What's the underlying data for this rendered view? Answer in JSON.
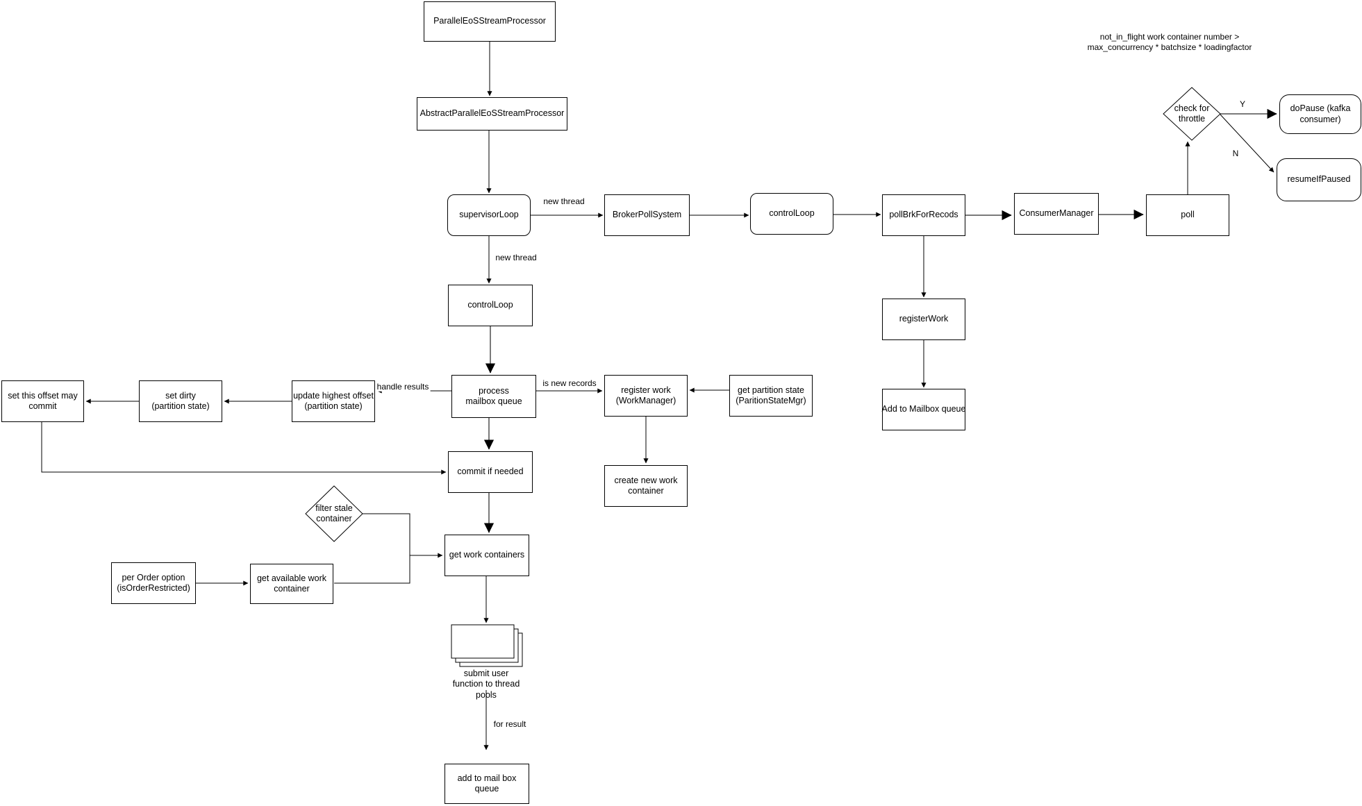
{
  "colors": {
    "background": "#ffffff",
    "node_fill": "#ffffff",
    "node_stroke": "#000000",
    "edge_black": "#000000",
    "edge_gray": "#7a7a7a",
    "text": "#000000"
  },
  "annotation": {
    "line1": "not_in_flight work container number >",
    "line2": "max_concurrency * batchsize * loadingfactor"
  },
  "edge_labels": {
    "new_thread_broker": "new thread",
    "new_thread_control": "new thread",
    "handle_results": "handle results",
    "is_new_records": "is new records",
    "branch_yes": "Y",
    "branch_no": "N",
    "for_result": "for result"
  },
  "nodes": {
    "parallel_eos_stream_processor": {
      "lines": [
        "ParallelEoSStreamProcessor"
      ]
    },
    "abstract_parallel_eos_stream_processor": {
      "lines": [
        "AbstractParallelEoSStreamProcessor"
      ]
    },
    "supervisor_loop": {
      "lines": [
        "supervisorLoop"
      ]
    },
    "broker_poll_system": {
      "lines": [
        "BrokerPollSystem"
      ]
    },
    "control_loop_broker": {
      "lines": [
        "controlLoop"
      ]
    },
    "poll_brk_for_recods": {
      "lines": [
        "pollBrkForRecods"
      ]
    },
    "consumer_manager": {
      "lines": [
        "ConsumerManager"
      ]
    },
    "poll": {
      "lines": [
        "poll"
      ]
    },
    "check_for_throttle": {
      "lines": [
        "check for",
        "throttle"
      ]
    },
    "do_pause": {
      "lines": [
        "doPause (kafka",
        "consumer)"
      ]
    },
    "resume_if_paused": {
      "lines": [
        "resumeIfPaused"
      ]
    },
    "register_work": {
      "lines": [
        "registerWork"
      ]
    },
    "add_to_mailbox": {
      "lines": [
        "Add to Mailbox queue"
      ]
    },
    "control_loop_main": {
      "lines": [
        "controlLoop"
      ]
    },
    "process_mailbox_queue": {
      "lines": [
        "process",
        "mailbox queue"
      ]
    },
    "register_work_manager": {
      "lines": [
        "register work",
        "(WorkManager)"
      ]
    },
    "get_partition_state": {
      "lines": [
        "get partition state",
        "(ParitionStateMgr)"
      ]
    },
    "create_new_work_container": {
      "lines": [
        "create new work",
        "container"
      ]
    },
    "update_highest_offset": {
      "lines": [
        "update highest offset",
        "(partition state)"
      ]
    },
    "set_dirty": {
      "lines": [
        "set dirty",
        "(partition state)"
      ]
    },
    "set_this_offset_may_commit": {
      "lines": [
        "set this offset may",
        "commit"
      ]
    },
    "commit_if_needed": {
      "lines": [
        "commit if needed"
      ]
    },
    "filter_stale_container": {
      "lines": [
        "filter stale",
        "container"
      ]
    },
    "get_work_containers": {
      "lines": [
        "get work containers"
      ]
    },
    "per_order_option": {
      "lines": [
        "per Order option",
        "(isOrderRestricted)"
      ]
    },
    "get_available_work_container": {
      "lines": [
        "get available work",
        "container"
      ]
    },
    "submit_user_function": {
      "lines": [
        "submit user",
        "function to thread",
        "pools"
      ]
    },
    "add_to_mail_box_queue": {
      "lines": [
        "add to mail box",
        "queue"
      ]
    }
  }
}
